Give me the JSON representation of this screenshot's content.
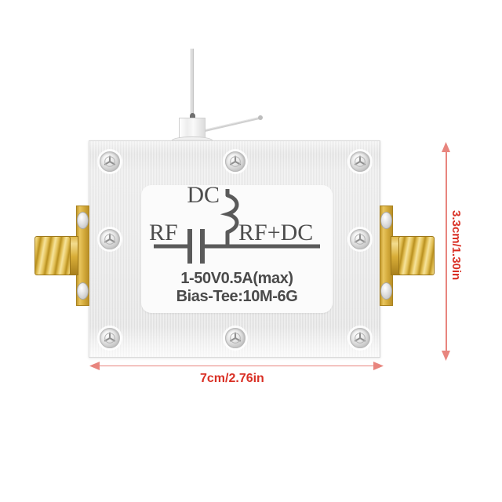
{
  "product": {
    "type": "bias-tee-rf-module",
    "enclosure_color": "#e8e8e8",
    "connector_color": "#d4ab3c"
  },
  "label": {
    "schematic": {
      "rf_input_label": "RF",
      "dc_input_label": "DC",
      "rf_dc_output_label": "RF+DC",
      "capacitor_symbol": "capacitor",
      "inductor_symbol": "inductor",
      "line_color": "#5a5a5a"
    },
    "spec_line_1": "1-50V0.5A(max)",
    "spec_line_2": "Bias-Tee:10M-6G"
  },
  "dimensions": {
    "width_label": "7cm/2.76in",
    "height_label": "3.3cm/1.30in",
    "annotation_color": "#d93025",
    "line_color": "#e8857e"
  },
  "parts": {
    "dc_pin_name": "dc-feedthrough-pin",
    "left_connector_name": "sma-connector-rf-input",
    "right_connector_name": "sma-connector-rf-dc-output",
    "screw_count": 8
  }
}
